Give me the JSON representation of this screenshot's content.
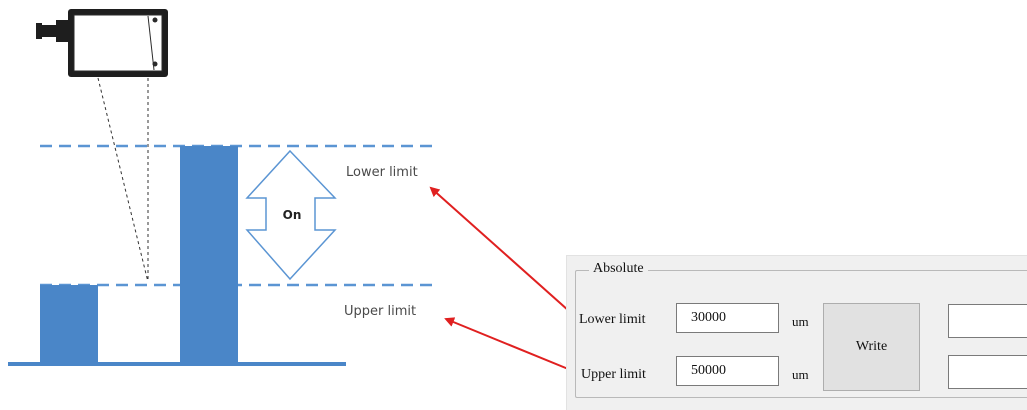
{
  "diagram": {
    "on_label": "On",
    "lower_limit_label": "Lower limit",
    "upper_limit_label": "Upper limit",
    "colors": {
      "bar": "#4a86c8",
      "dashed_line": "#5b95d3",
      "arrow": "#e02020"
    }
  },
  "panel": {
    "group_title": "Absolute",
    "lower_limit": {
      "label": "Lower limit",
      "value": "30000",
      "unit": "um"
    },
    "upper_limit": {
      "label": "Upper limit",
      "value": "50000",
      "unit": "um"
    },
    "write_button": "Write"
  }
}
